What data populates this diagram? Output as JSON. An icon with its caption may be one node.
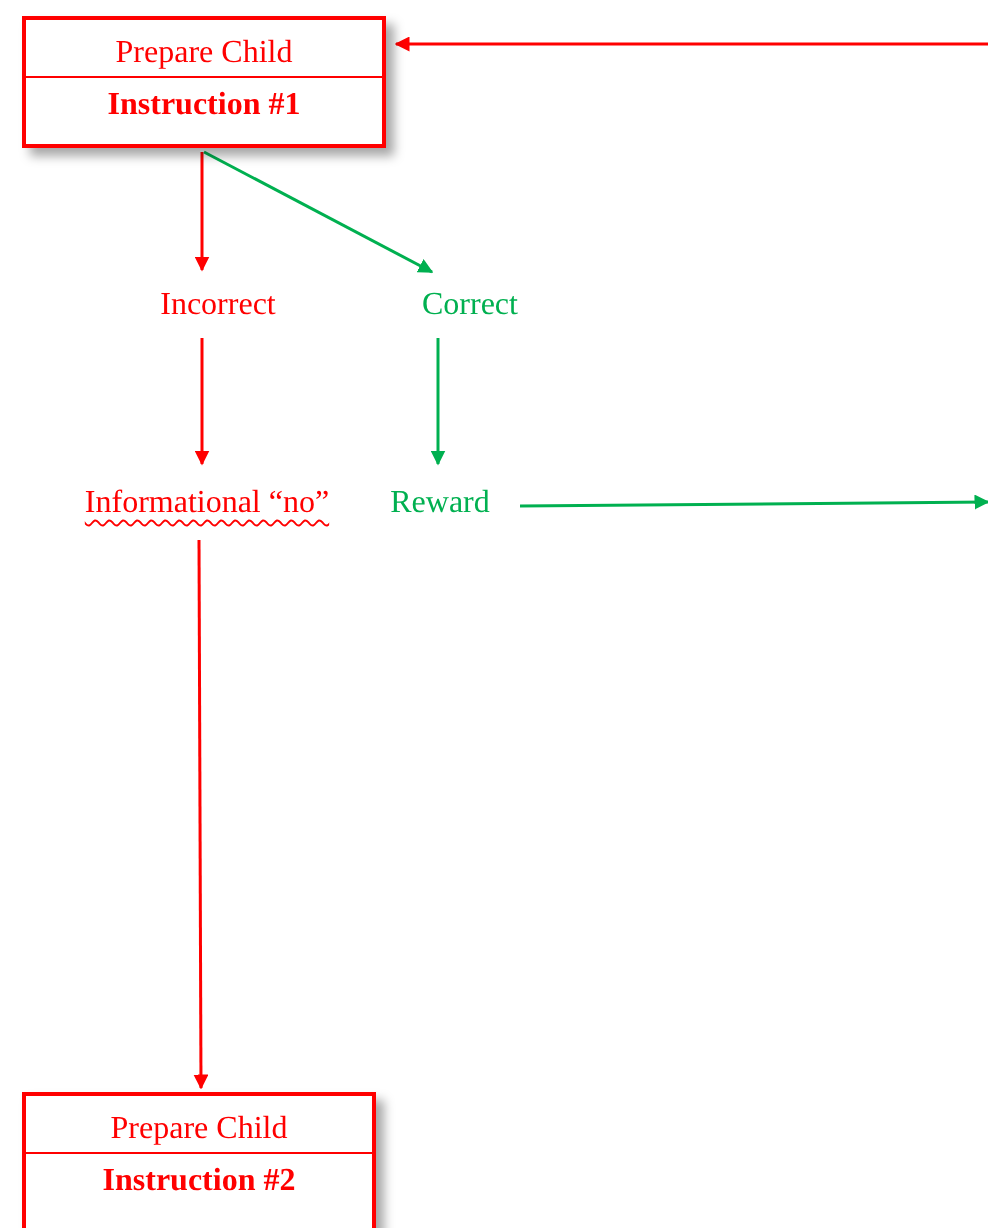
{
  "diagram": {
    "nodes": [
      {
        "text": [
          "Prepare Child",
          "Instruction #1"
        ]
      },
      {
        "text": [
          "Incorrect"
        ]
      },
      {
        "text": [
          "Correct"
        ]
      },
      {
        "text": [
          "Informational “no”"
        ]
      },
      {
        "text": [
          "Reward"
        ]
      },
      {
        "text": [
          "Prepare Child",
          "Instruction #2"
        ]
      }
    ],
    "edges": [
      {
        "from": null,
        "to": 0,
        "arrow": "to"
      },
      {
        "from": 0,
        "to": 1,
        "arrow": "to"
      },
      {
        "from": 0,
        "to": 2,
        "arrow": "to",
        "color": "#00b050"
      },
      {
        "from": 1,
        "to": 3,
        "arrow": "to"
      },
      {
        "from": 2,
        "to": 4,
        "arrow": "to",
        "color": "#00b050"
      },
      {
        "from": 3,
        "to": 5,
        "arrow": "to"
      },
      {
        "from": 4,
        "to": null,
        "arrow": "to",
        "color": "#00b050"
      }
    ]
  }
}
